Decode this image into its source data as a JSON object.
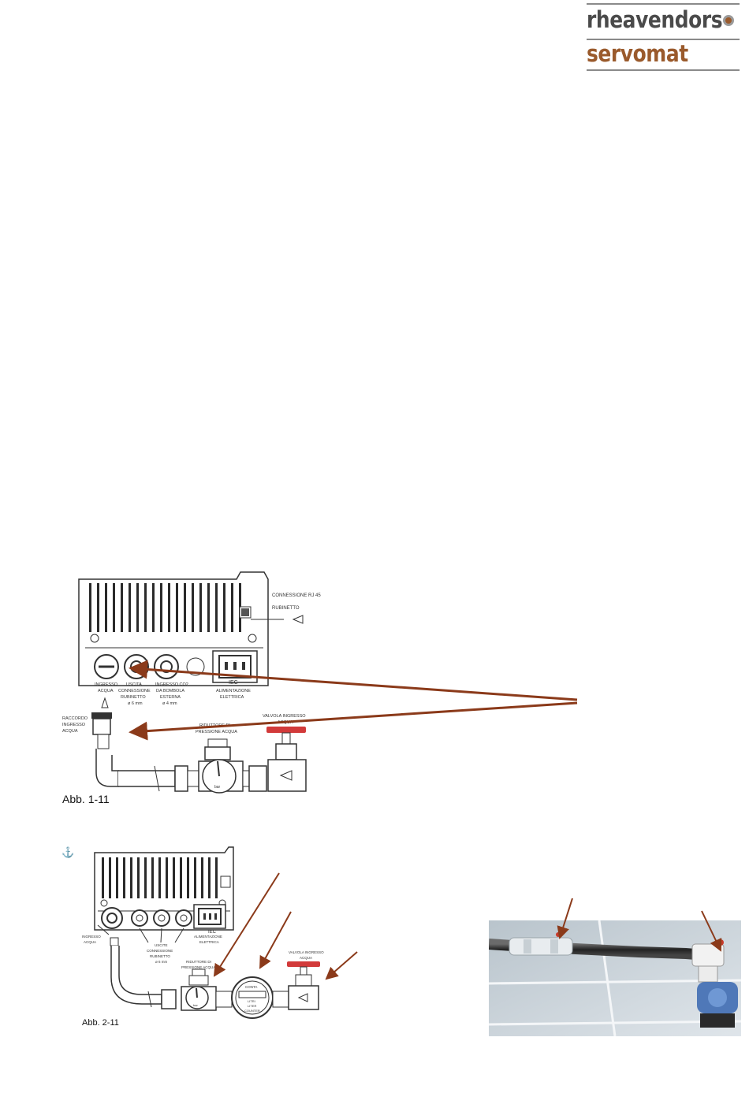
{
  "logo": {
    "line1": "rheavendors",
    "line2": "servomat"
  },
  "figure1": {
    "caption": "Abb. 1-11",
    "labels": {
      "rj45": "CONNESSIONE RJ 45",
      "rubinetto": "RUBINETTO",
      "ingresso_acqua": [
        "INGRESSO",
        "ACQUA"
      ],
      "uscita": [
        "USCITA",
        "CONNESSIONE",
        "RUBINETTO",
        "ø 6 mm"
      ],
      "co2": [
        "INGRESSO CO2",
        "DA BOMBOLA",
        "ESTERNA",
        "ø 4 mm"
      ],
      "iec": "IEC",
      "alimentazione": [
        "ALIMENTAZIONE",
        "ELETTRICA"
      ],
      "raccordo": [
        "RACCORDO",
        "INGRESSO",
        "ACQUA"
      ],
      "riduttore": [
        "RIDUTTORE DI",
        "PRESSIONE ACQUA"
      ],
      "valvola": [
        "VALVOLA INGRESSO",
        "ACQUA"
      ],
      "bar": "bar"
    }
  },
  "figure2": {
    "caption": "Abb. 2-11",
    "labels": {
      "ingresso_acqua": [
        "INGRESSO",
        "ACQUA"
      ],
      "uscite": [
        "USCITE",
        "CONNESSIONE",
        "RUBINETTO",
        "ø 6 mm"
      ],
      "iec": "IEC",
      "alimentazione": [
        "ALIMENTAZIONE",
        "ELETTRICA"
      ],
      "riduttore": [
        "RIDUTTORE DI",
        "PRESSIONE ACQUA"
      ],
      "valvola": [
        "VALVOLA INGRESSO",
        "ACQUA"
      ],
      "conta": [
        "CONTA",
        "LITRI",
        "LITER",
        "COUNTER"
      ],
      "bar": "bar"
    }
  },
  "icons": {
    "anchor": "anchor-icon"
  },
  "colors": {
    "arrow": "#8b3a1a",
    "brand": "#9a5a2c",
    "valve_red": "#d23a3a"
  }
}
